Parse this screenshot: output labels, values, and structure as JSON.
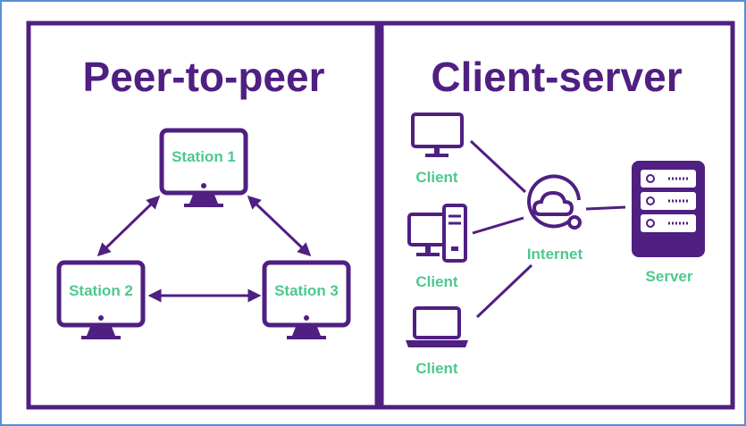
{
  "colors": {
    "accent": "#4f1f82",
    "label": "#4dc98c",
    "border_blue": "#5a8fd6",
    "background": "#ffffff"
  },
  "left_panel": {
    "title": "Peer-to-peer",
    "stations": [
      "Station 1",
      "Station 2",
      "Station 3"
    ]
  },
  "right_panel": {
    "title": "Client-server",
    "clients": [
      "Client",
      "Client",
      "Client"
    ],
    "internet": "Internet",
    "server": "Server"
  }
}
